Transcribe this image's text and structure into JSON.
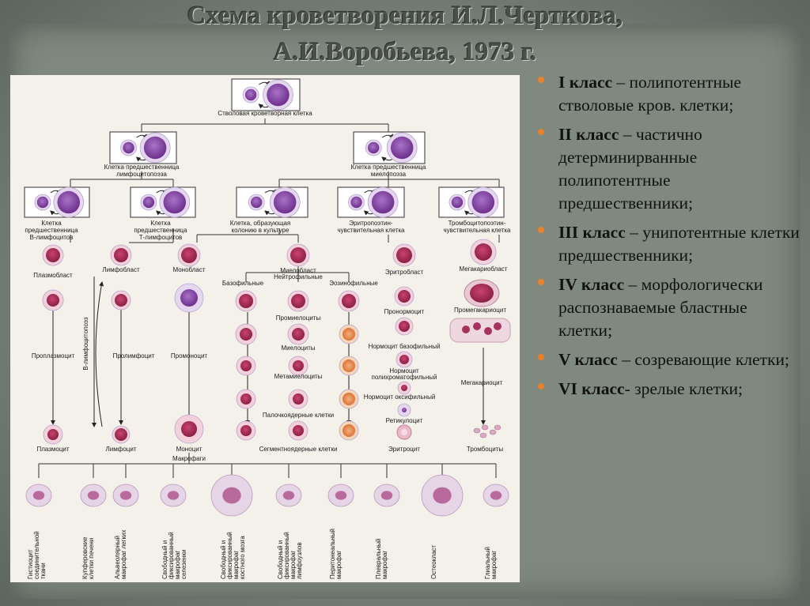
{
  "title": {
    "line1": "Схема кроветворения И.Л.Черткова,",
    "line2": "А.И.Воробьева, 1973 г."
  },
  "classes": [
    {
      "head": "I класс",
      "text": " – полипотентные стволовые кров. клетки;"
    },
    {
      "head": "II класс",
      "text": " – частично детерминирванные полипотентные предшественники;"
    },
    {
      "head": "III класс",
      "text": " – унипотентные клетки предшественники;"
    },
    {
      "head": "IV класс",
      "text": " – морфологически распознаваемые бластные клетки;"
    },
    {
      "head": "V класс",
      "text": " – созревающие клетки;"
    },
    {
      "head": "VI класс",
      "text": "- зрелые клетки;"
    }
  ],
  "scheme": {
    "stem": "Стволовая кроветворная клетка",
    "lymph_progenitor": [
      "Клетка предшественница",
      "лимфоцитопоэза"
    ],
    "myelo_progenitor": [
      "Клетка предшественница",
      "миелопоэза"
    ],
    "b_precursor": [
      "Клетка",
      "предшественница",
      "В-лимфоцитов"
    ],
    "t_precursor": [
      "Клетка",
      "предшественница",
      "Т-лимфоцитов"
    ],
    "cfu": [
      "Клетка, образующая",
      "колонию в культуре"
    ],
    "erythro": [
      "Эритропоэтин-",
      "чувствительная клетка"
    ],
    "thrombo": [
      "Тромбоцитопоэтин-",
      "чувствительная клетка"
    ],
    "plasmoblast": "Плазмобласт",
    "lymphoblast": "Лимфобласт",
    "monoblast": "Монобласт",
    "myeloblast": "Миелобласт",
    "neutrophilic": "Нейтрофильные",
    "basophilic": "Базофильные",
    "eosinophilic": "Эозинофильные",
    "erythroblast": "Эритробласт",
    "megakaryoblast": "Мегакариобласт",
    "b_lymphopoiesis": "В-лимфоцитопоэз",
    "promyelocytes": "Промиелоциты",
    "pronormocyte": "Пронормоцит",
    "promegakaryocyte": "Промегакариоцит",
    "proplasmocyte": "Проплазмоцит",
    "prolymphocyte": "Пролимфоцит",
    "promonocyte": "Промоноцит",
    "myelocytes": "Миелоциты",
    "normocyte_baso": "Нормоцит базофильный",
    "normocyte_poly": [
      "Нормоцит",
      "полихроматофильный"
    ],
    "megakaryocyte": "Мегакариоцит",
    "metamyelocytes": "Метамиелоциты",
    "normocyte_oxy": "Нормоцит оксифильный",
    "band": "Палочкоядерные клетки",
    "reticulocyte": "Ретикулоцит",
    "plasmocyte": "Плазмоцит",
    "lymphocyte": "Лимфоцит",
    "monocyte": "Моноцит",
    "segmented": "Сегментноядерные клетки",
    "erythrocyte": "Эритроцит",
    "platelets": "Тромбоциты",
    "macrophages": "Макрофаги",
    "macrophage_types": [
      [
        "Гистиоцит",
        "соединительной",
        "ткани"
      ],
      [
        "Купферовские",
        "клетки печени"
      ],
      [
        "Альвеолярный",
        "макрофаг легких"
      ],
      [
        "Свободный и",
        "фиксированный",
        "макрофаг",
        "селезенки"
      ],
      [
        "Свободный и",
        "фиксированный",
        "макрофаг",
        "костного мозга"
      ],
      [
        "Свободный и",
        "фиксированный",
        "макрофаг",
        "лимфоузлов"
      ],
      [
        "Перитонеальный",
        "макрофаг"
      ],
      [
        "Плевральный",
        "макрофаг"
      ],
      [
        "Остеокласт"
      ],
      [
        "Глиальный",
        "макрофаг"
      ]
    ]
  },
  "colors": {
    "accent_bullet": "#e8822a",
    "cell_nucleus": "#8a3fa0",
    "cell_cytoplasm": "#d9c9ea"
  }
}
